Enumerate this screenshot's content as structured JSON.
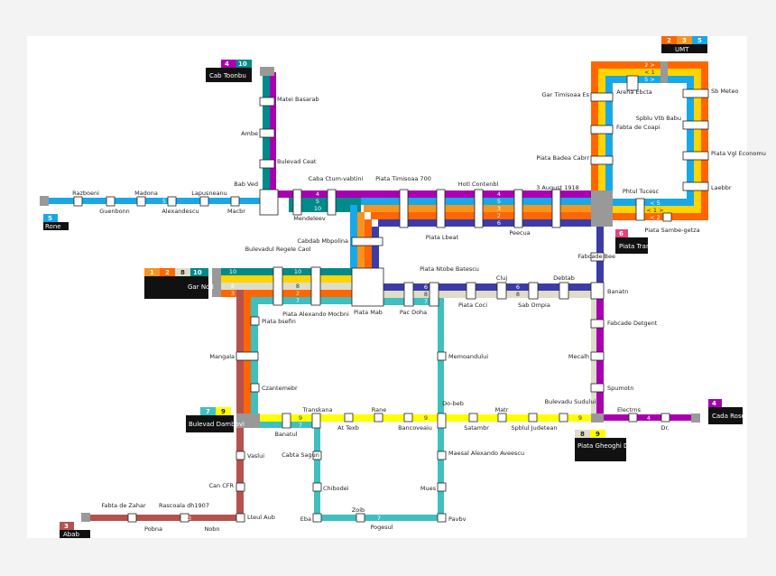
{
  "colors": {
    "line1": "#f7941d",
    "line2": "#ff6600",
    "line3": "#b5524e",
    "line4": "#a800b0",
    "line5": "#18a8e8",
    "line6": "#3c3ca8",
    "line7": "#3fbfbf",
    "line8": "#ddddc8",
    "line9": "#ffff00",
    "line10": "#008a8a",
    "lineYellow": "#ffd400",
    "hub": "#999999"
  },
  "stations": {
    "matei": "Matei Basarab",
    "ambe": "Ambe",
    "bulevad_ceat": "Bulevad Ceat",
    "bab_ved": "Bab Ved",
    "razboeni": "Razboeni",
    "guenbonn": "Guenbonn",
    "madona": "Madona",
    "alexandescu": "Alexandescu",
    "lapusneanu": "Lapusneanu",
    "macbr": "Macbr",
    "mendeleev": "Mendeleev",
    "caba": "Caba Ctum-vabtini",
    "piata_700": "Piata Timisoaa 700",
    "hotl": "Hotl Contenbl",
    "august": "3 August 1918",
    "gar": "Gar Timisoaa Es",
    "arena": "Arena Ebcta",
    "fabta_capi": "Fabta de Coapi",
    "badea": "Piata Badea Cabrr",
    "sb_meteo": "Sb Meteo",
    "spblu": "Spblu Vtb Babu",
    "piata_vgl": "Piata Vgl Economu",
    "laebbr": "Laebbr",
    "phtul": "Phtul Tucesc",
    "piata_sambe": "Piata Sambe-getza",
    "piata_tran": "Piata Tran",
    "fabcade_bee": "Fabcade Bee",
    "cabdab": "Cabdab Mbpolina",
    "piata_lbeat": "Piata Lbeat",
    "peecua": "Peecua",
    "bulevadul_regele": "Bulevadul Regele Caol",
    "piata_bateseu": "Piata Ntobe Batescu",
    "cluj": "Cluj",
    "debtab": "Debtab",
    "banatn": "Banatn",
    "piata_mab": "Piata Mab",
    "pac_doha": "Pac Doha",
    "piata_coci": "Piata Coci",
    "sab_ompia": "Sab Ompia",
    "piata_bsefin": "Piata bsefin",
    "piata_mocbni": "Piata Alexando Mocbni",
    "fabcade_detgent": "Fabcade Detgent",
    "mangala": "Mangala",
    "memoandului": "Memoandului",
    "mecalh": "Mecalh",
    "czantemebr": "Czantemebr",
    "spumotn": "Spumotn",
    "transkana": "Transkana",
    "rane": "Rane",
    "dobeb": "Do-beb",
    "matr": "Matr",
    "bulevadu_sudului": "Bulevadu Sudului",
    "electrns": "Electrns",
    "dr": "Dr.",
    "banatul": "Banatul",
    "at_texb": "At Texb",
    "bancovear": "Bancoveaiu",
    "satambr": "Satambr",
    "spblul_jude": "Spblul Judetean",
    "vaslui": "Vaslui",
    "cabta_sagun": "Cabta Sagun",
    "maesal": "Maesal Alexando Aveescu",
    "can_cfr": "Can CFR",
    "chibodei": "Chibodei",
    "mues": "Mues",
    "fabta_zahar": "Fabta de Zahar",
    "rascoala": "Rascoala dh1907",
    "lteul_aub": "Lteul Aub",
    "pobna": "Pobna",
    "nobn": "Nobn",
    "eba": "Eba",
    "zoib": "Zoib",
    "pogesul": "Pogesul",
    "pavbv": "Pavbv"
  },
  "terminals": {
    "cab": {
      "label": "Cab Toonbu",
      "lines": [
        "4",
        "10"
      ]
    },
    "rone": {
      "label": "Rone",
      "lines": [
        "5"
      ]
    },
    "gar_nord": {
      "label": "Gar Nod",
      "lines": [
        "1",
        "2",
        "8",
        "10"
      ]
    },
    "umt": {
      "label": "UMT",
      "lines": [
        "2",
        "3",
        "5"
      ]
    },
    "piata_tran_t": {
      "label": "Piata Tran",
      "lines": [
        "6"
      ]
    },
    "bulevad_dambov": {
      "label": "Bulevad Dambovi",
      "lines": [
        "7",
        "9"
      ]
    },
    "cada_rose": {
      "label": "Cada Rose",
      "lines": [
        "4"
      ]
    },
    "gheorghe": {
      "label": "Piata Gheoghi Domasne",
      "lines": [
        "8",
        "9"
      ]
    },
    "abab": {
      "label": "Abab",
      "lines": [
        "3"
      ]
    }
  },
  "lineNumbers": {
    "top4": "4",
    "top5": "5",
    "top10": "10",
    "l1": "1",
    "l2": "2",
    "l3": "3",
    "l6": "6",
    "l7": "7",
    "l8": "8",
    "l9": "9",
    "loop2": "2 >",
    "loop1": "< 1",
    "loop5": "5 >",
    "lt5": "< 5",
    "lt1": "< 1 >",
    "lt2": "< 2"
  }
}
